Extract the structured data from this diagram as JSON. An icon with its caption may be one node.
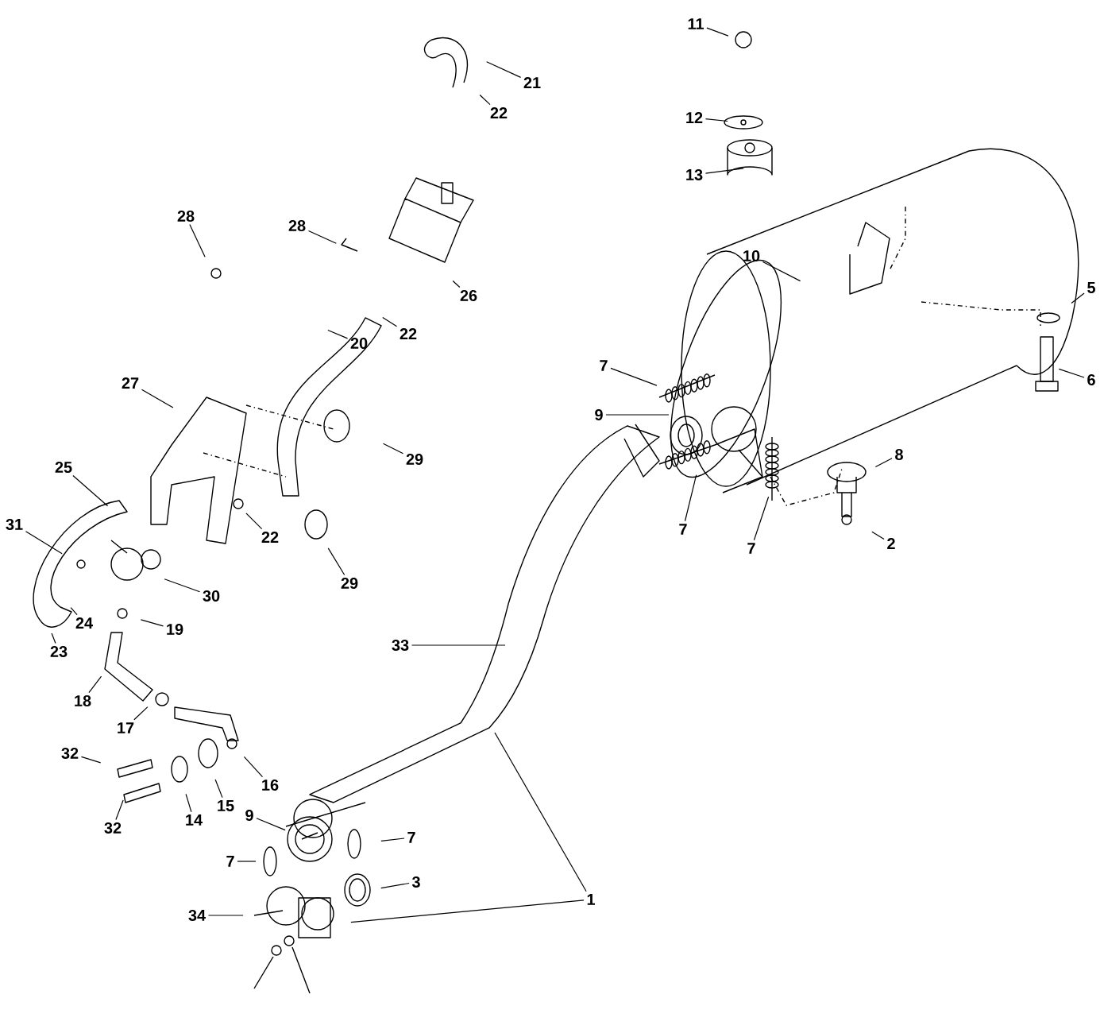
{
  "diagram": {
    "nodes": [
      {
        "text": [
          "11"
        ]
      },
      {
        "text": [
          "12"
        ]
      },
      {
        "text": [
          "13"
        ]
      },
      {
        "text": [
          "21"
        ]
      },
      {
        "text": [
          "22"
        ]
      },
      {
        "text": [
          "28"
        ]
      },
      {
        "text": [
          "28"
        ]
      },
      {
        "text": [
          "10"
        ]
      },
      {
        "text": [
          "5"
        ]
      },
      {
        "text": [
          "26"
        ]
      },
      {
        "text": [
          "22"
        ]
      },
      {
        "text": [
          "20"
        ]
      },
      {
        "text": [
          "7"
        ]
      },
      {
        "text": [
          "6"
        ]
      },
      {
        "text": [
          "27"
        ]
      },
      {
        "text": [
          "9"
        ]
      },
      {
        "text": [
          "8"
        ]
      },
      {
        "text": [
          "29"
        ]
      },
      {
        "text": [
          "25"
        ]
      },
      {
        "text": [
          "22"
        ]
      },
      {
        "text": [
          "31"
        ]
      },
      {
        "text": [
          "7"
        ]
      },
      {
        "text": [
          "2"
        ]
      },
      {
        "text": [
          "7"
        ]
      },
      {
        "text": [
          "29"
        ]
      },
      {
        "text": [
          "30"
        ]
      },
      {
        "text": [
          "24"
        ]
      },
      {
        "text": [
          "19"
        ]
      },
      {
        "text": [
          "33"
        ]
      },
      {
        "text": [
          "23"
        ]
      },
      {
        "text": [
          "18"
        ]
      },
      {
        "text": [
          "17"
        ]
      },
      {
        "text": [
          "32"
        ]
      },
      {
        "text": [
          "16"
        ]
      },
      {
        "text": [
          "15"
        ]
      },
      {
        "text": [
          "14"
        ]
      },
      {
        "text": [
          "9"
        ]
      },
      {
        "text": [
          "32"
        ]
      },
      {
        "text": [
          "7"
        ]
      },
      {
        "text": [
          "7"
        ]
      },
      {
        "text": [
          "3"
        ]
      },
      {
        "text": [
          "1"
        ]
      },
      {
        "text": [
          "34"
        ]
      }
    ],
    "edges": [
      {
        "from": 0,
        "to": null,
        "arrow": "none"
      },
      {
        "from": 1,
        "to": null,
        "arrow": "none"
      },
      {
        "from": 2,
        "to": null,
        "arrow": "none"
      },
      {
        "from": 3,
        "to": null,
        "arrow": "none"
      },
      {
        "from": 4,
        "to": null,
        "arrow": "none"
      },
      {
        "from": 5,
        "to": null,
        "arrow": "none"
      },
      {
        "from": 6,
        "to": null,
        "arrow": "none"
      },
      {
        "from": 7,
        "to": null,
        "arrow": "none"
      },
      {
        "from": 8,
        "to": null,
        "arrow": "none"
      },
      {
        "from": 9,
        "to": null,
        "arrow": "none"
      },
      {
        "from": 10,
        "to": null,
        "arrow": "none"
      },
      {
        "from": 11,
        "to": null,
        "arrow": "none"
      },
      {
        "from": 12,
        "to": null,
        "arrow": "none"
      },
      {
        "from": 13,
        "to": null,
        "arrow": "none"
      },
      {
        "from": 14,
        "to": null,
        "arrow": "none"
      },
      {
        "from": 15,
        "to": null,
        "arrow": "none"
      },
      {
        "from": 16,
        "to": null,
        "arrow": "none"
      },
      {
        "from": 17,
        "to": null,
        "arrow": "none"
      },
      {
        "from": 18,
        "to": null,
        "arrow": "none"
      },
      {
        "from": 19,
        "to": null,
        "arrow": "none"
      },
      {
        "from": 20,
        "to": null,
        "arrow": "none"
      },
      {
        "from": 21,
        "to": null,
        "arrow": "none"
      },
      {
        "from": 22,
        "to": null,
        "arrow": "none"
      },
      {
        "from": 23,
        "to": null,
        "arrow": "none"
      },
      {
        "from": 24,
        "to": null,
        "arrow": "none"
      },
      {
        "from": 25,
        "to": null,
        "arrow": "none"
      },
      {
        "from": 26,
        "to": null,
        "arrow": "none"
      },
      {
        "from": 27,
        "to": null,
        "arrow": "none"
      },
      {
        "from": 28,
        "to": null,
        "arrow": "none"
      },
      {
        "from": 29,
        "to": null,
        "arrow": "none"
      },
      {
        "from": 30,
        "to": null,
        "arrow": "none"
      },
      {
        "from": 31,
        "to": null,
        "arrow": "none"
      },
      {
        "from": 32,
        "to": null,
        "arrow": "none"
      },
      {
        "from": 33,
        "to": null,
        "arrow": "none"
      },
      {
        "from": 34,
        "to": null,
        "arrow": "none"
      },
      {
        "from": 35,
        "to": null,
        "arrow": "none"
      },
      {
        "from": 36,
        "to": null,
        "arrow": "none"
      },
      {
        "from": 37,
        "to": null,
        "arrow": "none"
      },
      {
        "from": 38,
        "to": null,
        "arrow": "none"
      },
      {
        "from": 39,
        "to": null,
        "arrow": "none"
      },
      {
        "from": 40,
        "to": null,
        "arrow": "none"
      },
      {
        "from": 41,
        "to": null,
        "arrow": "none"
      },
      {
        "from": 41,
        "to": null,
        "arrow": "none"
      },
      {
        "from": 42,
        "to": null,
        "arrow": "none"
      }
    ]
  }
}
